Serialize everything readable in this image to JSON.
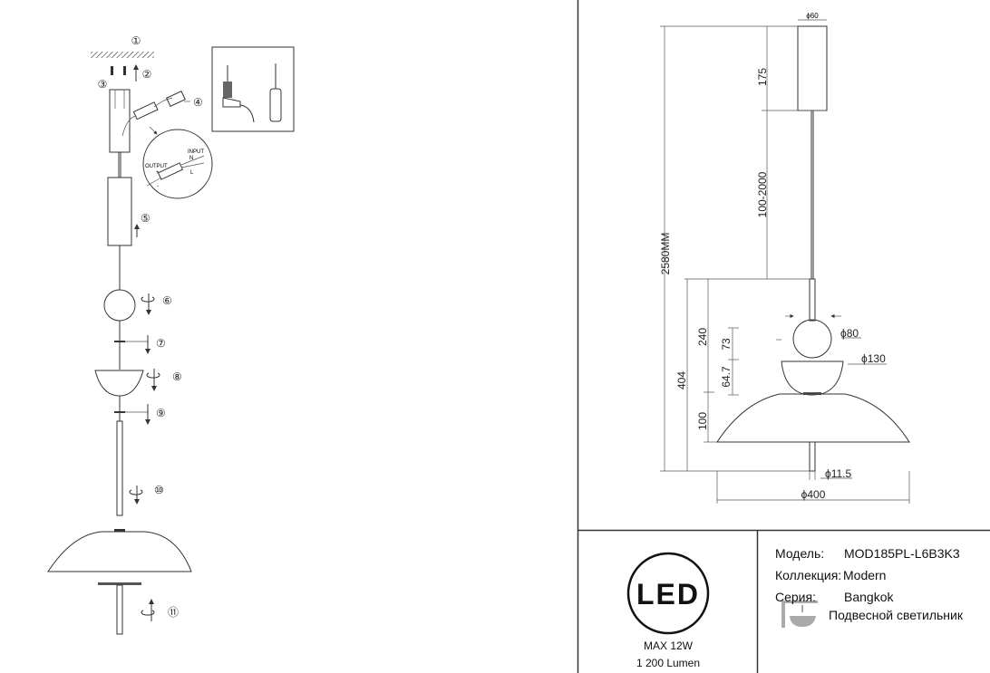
{
  "info": {
    "model_label": "Модель:",
    "model_value": "MOD185PL-L6B3K3",
    "collection_label": "Коллекция:",
    "collection_value": "Modern",
    "series_label": "Серия:",
    "series_value": "Bangkok",
    "type": "Подвесной светильник"
  },
  "specs": {
    "logo": "LED",
    "power": "MAX 12W",
    "lumen": "1 200 Lumen"
  },
  "dimensions": {
    "canopy_diameter": "ϕ60",
    "canopy_height": "175",
    "cable_length": "100-2000",
    "total_height": "2580MM",
    "body_height": "404",
    "upper_height": "240",
    "ball_height": "73",
    "bowl_height": "64.7",
    "shade_height": "100",
    "ball_diameter": "ϕ80",
    "bowl_diameter": "ϕ130",
    "rod_diameter": "ϕ11.5",
    "shade_diameter": "ϕ400"
  },
  "assembly": {
    "steps": [
      "①",
      "②",
      "③",
      "④",
      "⑤",
      "⑥",
      "⑦",
      "⑧",
      "⑨",
      "⑩",
      "⑪"
    ],
    "input_label": "INPUT",
    "output_label": "OUTPUT",
    "n_label": "N",
    "l_label": "L",
    "plus_label": "+",
    "minus_label": "-"
  }
}
